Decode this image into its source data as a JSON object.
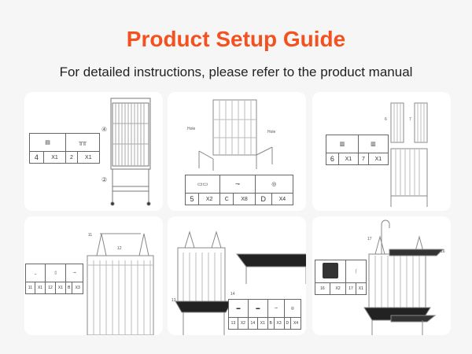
{
  "header": {
    "title": "Product Setup Guide",
    "subtitle": "For detailed instructions, please refer to the product manual"
  },
  "colors": {
    "accent": "#f4511e",
    "background": "#f6f6f6"
  },
  "steps": [
    {
      "callouts": [
        "④",
        "②"
      ],
      "parts": [
        [
          "4",
          "X1"
        ],
        [
          "2",
          "X1"
        ]
      ]
    },
    {
      "callouts": [
        "Hole",
        "Hole"
      ],
      "parts": [
        [
          "5",
          "X2"
        ],
        [
          "C",
          "X8"
        ],
        [
          "D",
          "X4"
        ]
      ]
    },
    {
      "callouts": [
        "6",
        "7"
      ],
      "parts": [
        [
          "6",
          "X1"
        ],
        [
          "7",
          "X1"
        ]
      ]
    },
    {
      "callouts": [
        "11",
        "12"
      ],
      "parts": [
        [
          "11",
          "X1"
        ],
        [
          "12",
          "X1"
        ],
        [
          "B",
          "X3"
        ]
      ]
    },
    {
      "callouts": [
        "13",
        "14"
      ],
      "parts": [
        [
          "13",
          "X2"
        ],
        [
          "14",
          "X1"
        ],
        [
          "B",
          "X3"
        ],
        [
          "D",
          "X4"
        ]
      ]
    },
    {
      "callouts": [
        "17",
        "16"
      ],
      "parts": [
        [
          "16",
          "X2"
        ],
        [
          "17",
          "X1"
        ]
      ]
    }
  ]
}
